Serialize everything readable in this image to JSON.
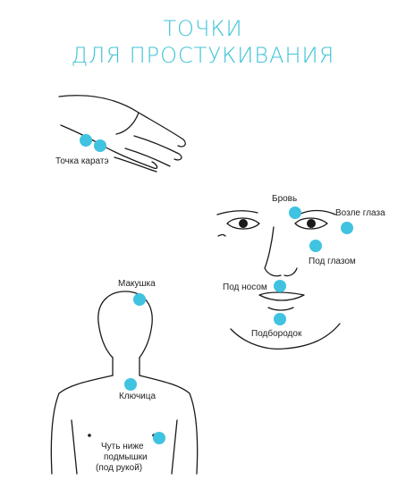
{
  "title": {
    "line1": "ТОЧКИ",
    "line2": "ДЛЯ ПРОСТУКИВАНИЯ"
  },
  "accent_color": "#3fc3e0",
  "labels": {
    "karate": "Точка каратэ",
    "eyebrow": "Бровь",
    "near_eye": "Возле глаза",
    "under_eye": "Под глазом",
    "under_nose": "Под носом",
    "chin": "Подбородок",
    "crown": "Макушка",
    "collarbone": "Ключица",
    "underarm_1": "Чуть ниже",
    "underarm_2": "подмышки",
    "underarm_3": "(под рукой)"
  }
}
